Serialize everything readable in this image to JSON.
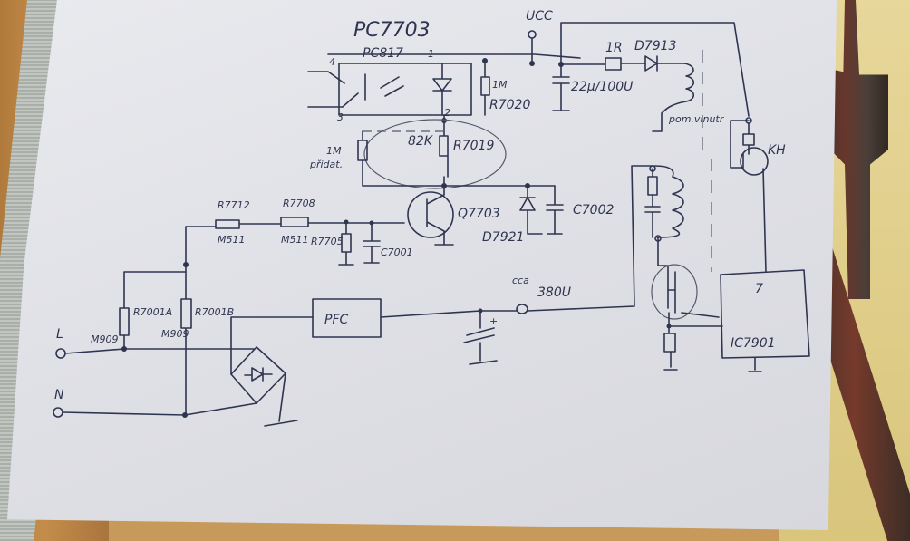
{
  "photo": {
    "subject": "Hand-drawn SMPS schematic on paper",
    "ink_color": "#2f3550",
    "paper_color": "#e2e3e8",
    "background_left": "wood table with grey felt",
    "background_right": "yellow poster with rifle illustrations"
  },
  "schematic": {
    "title": "PC7703",
    "optocoupler": {
      "label": "PC817",
      "pin1": "1",
      "pin2": "2",
      "pin3": "3",
      "pin4": "4"
    },
    "vcc": "UCC",
    "r_top": {
      "name": "R7020",
      "value": "1M"
    },
    "cap_vcc": {
      "value": "22µ/100U"
    },
    "r_series": {
      "value": "1R"
    },
    "diode_top": {
      "name": "D7913"
    },
    "aux_winding": {
      "label": "pom.vinutr"
    },
    "r_feedback": {
      "name": "R7019",
      "value": "82K"
    },
    "r_added": {
      "value": "1M",
      "note": "přidat."
    },
    "transistor": {
      "name": "Q7703"
    },
    "zener": {
      "name": "D7921"
    },
    "cap_right": {
      "name": "C7002"
    },
    "r_chain_1": {
      "name": "R7712",
      "value": "M511"
    },
    "r_chain_2": {
      "name": "R7708",
      "value": "M511"
    },
    "r_shunt": {
      "name": "R7705"
    },
    "cap_left": {
      "name": "C7001"
    },
    "r_input_a": {
      "name": "R7001A",
      "value": "M909"
    },
    "r_input_b": {
      "name": "R7001B",
      "value": "M909"
    },
    "terminal_l": "L",
    "terminal_n": "N",
    "pfc_block": "PFC",
    "bulk_voltage": "380U",
    "bulk_note": "cca",
    "startup_transistor": {
      "label": "KH"
    },
    "ic": {
      "name": "IC7901",
      "pin": "7"
    }
  }
}
